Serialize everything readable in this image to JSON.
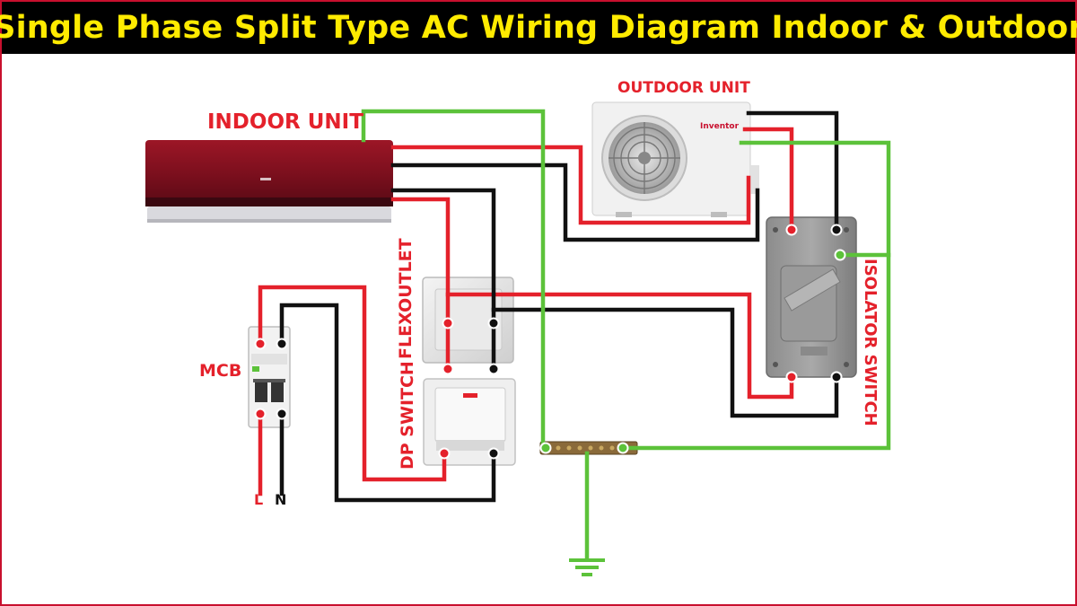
{
  "title": "Single Phase Split Type AC Wiring Diagram Indoor & Outdoor",
  "labels": {
    "indoor_unit": "INDOOR UNIT",
    "outdoor_unit": "OUTDOOR UNIT",
    "mcb": "MCB",
    "flexoutlet": "FLEXOUTLET",
    "dp_switch": "DP SWITCH",
    "isolator_switch": "ISOLATOR SWITCH",
    "live": "L",
    "neutral": "N"
  },
  "outdoor_brand": "Inventor",
  "wire_colors": {
    "live": "#e4212b",
    "neutral": "#111111",
    "earth": "#5cc23a"
  },
  "label_color": "#e4212b",
  "title_color": "#ffeb00"
}
